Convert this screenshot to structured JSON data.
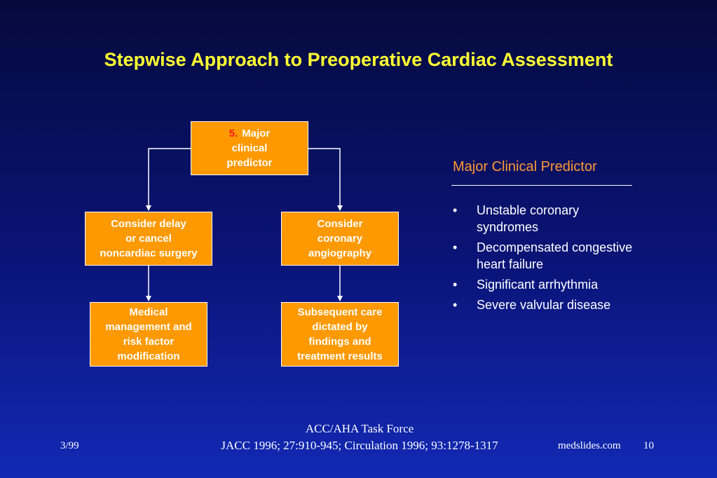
{
  "slide": {
    "title": "Stepwise Approach to Preoperative Cardiac Assessment",
    "top_box": {
      "number": "5.",
      "label": "Major\nclinical\npredictor"
    },
    "left_box_1": "Consider delay\nor cancel\nnoncardiac surgery",
    "right_box_1": "Consider\ncoronary\nangiography",
    "left_box_2": "Medical\nmanagement and\nrisk factor\nmodification",
    "right_box_2": "Subsequent care\ndictated by\nfindings and\ntreatment results",
    "side_panel": {
      "heading": "Major Clinical Predictor",
      "bullet_glyph": "•",
      "items": [
        "Unstable coronary syndromes",
        "Decompensated congestive heart failure",
        "Significant arrhythmia",
        "Severe valvular disease"
      ]
    },
    "footer": {
      "date": "3/99",
      "source_line1": "ACC/AHA Task Force",
      "source_line2": "JACC 1996; 27:910-945; Circulation 1996; 93:1278-1317",
      "site": "medslides.com",
      "page": "10"
    },
    "colors": {
      "title": "#ffff33",
      "box_fill": "#ff9900",
      "box_border": "#ffffff",
      "step_number": "#ff1a1a",
      "side_heading": "#ff9933",
      "background_top": "#050a3c",
      "background_bottom": "#1229b4"
    }
  }
}
